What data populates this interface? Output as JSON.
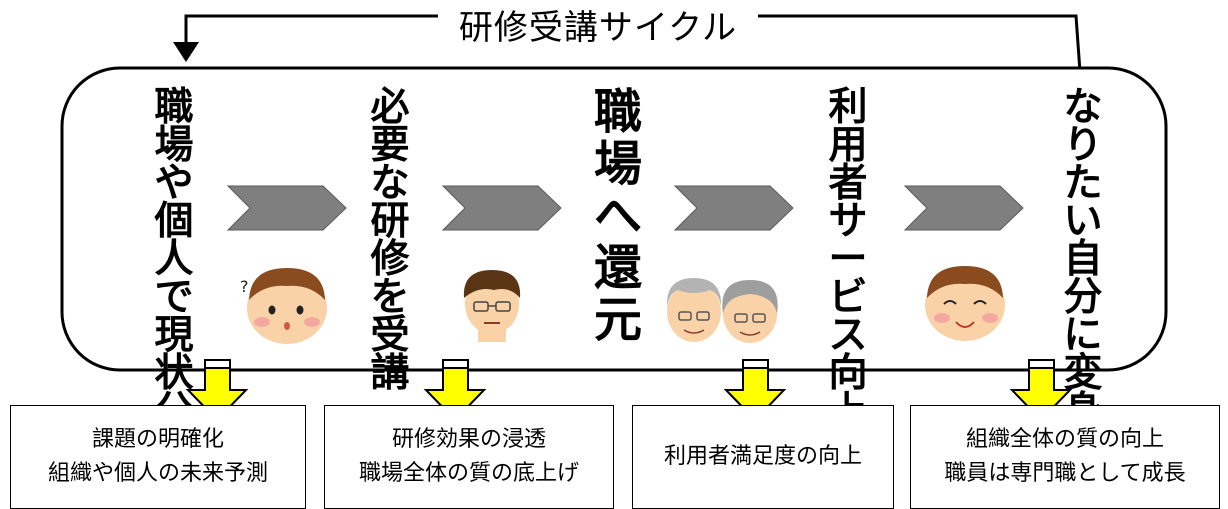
{
  "title": "研修受講サイクル",
  "steps": [
    {
      "text": "職場や個人で現状分析",
      "figure": "child-face-icon"
    },
    {
      "text": "必要な研修を受講",
      "figure": "man-face-icon"
    },
    {
      "text": "職場へ還元",
      "figure": "elderly-couple-icon"
    },
    {
      "text": "利用者サービス向上",
      "figure": "smiling-face-icon"
    },
    {
      "text": "なりたい自分に変身"
    }
  ],
  "outcomes": [
    {
      "line1": "課題の明確化",
      "line2": "組織や個人の未来予測"
    },
    {
      "line1": "研修効果の浸透",
      "line2": "職場全体の質の底上げ"
    },
    {
      "line1": "利用者満足度の向上",
      "line2": ""
    },
    {
      "line1": "組織全体の質の向上",
      "line2": "職員は専門職として成長"
    }
  ],
  "colors": {
    "step_arrow": "#7f7f7f",
    "down_arrow": "#ffff00",
    "skin": "#f9d2a7",
    "hair": "#8a4b1f",
    "gray_hair": "#b3b3b3"
  }
}
